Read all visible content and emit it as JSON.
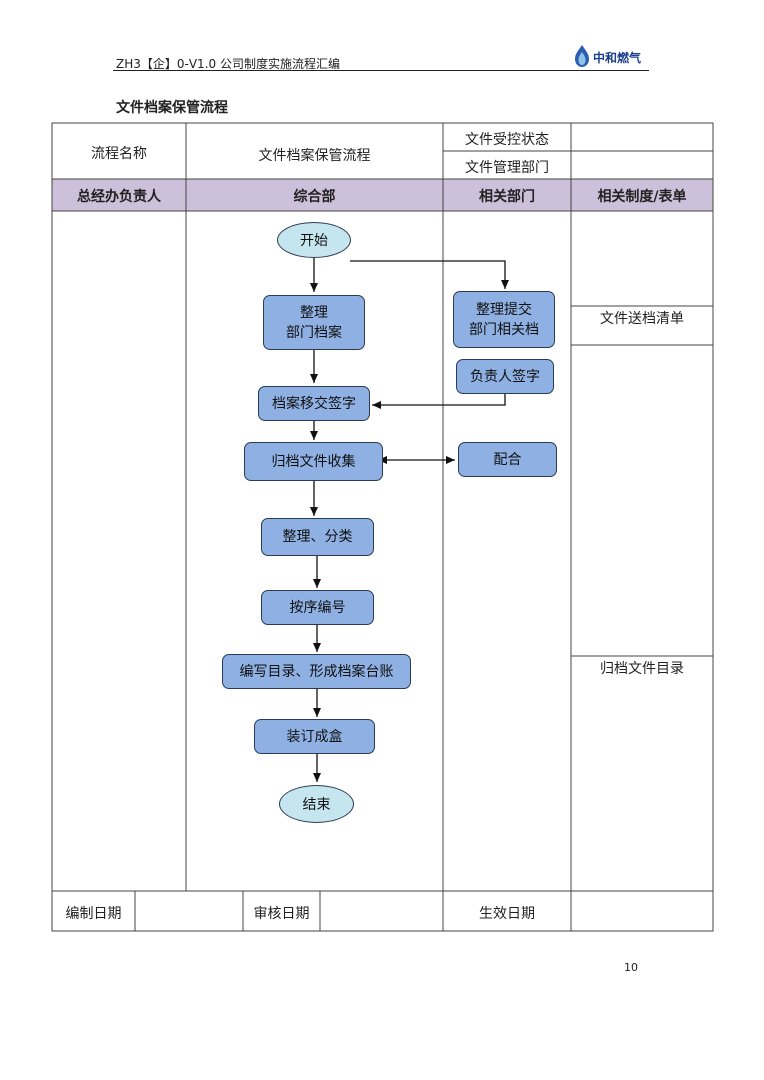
{
  "header": {
    "doc_code": "ZH3【企】0-V1.0 公司制度实施流程汇编",
    "logo_text": "中和燃气"
  },
  "title": "文件档案保管流程",
  "info_table": {
    "process_name_label": "流程名称",
    "process_name_value": "文件档案保管流程",
    "control_status_label": "文件受控状态",
    "control_status_value": "",
    "management_dept_label": "文件管理部门",
    "management_dept_value": ""
  },
  "lanes": [
    "总经办负责人",
    "综合部",
    "相关部门",
    "相关制度/表单"
  ],
  "nodes": {
    "start": "开始",
    "organize_dept_archives": [
      "整理",
      "部门档案"
    ],
    "submit_related_archives": [
      "整理提交",
      "部门相关档"
    ],
    "head_sign": "负责人签字",
    "transfer_sign": "档案移交签字",
    "collect_files": "归档文件收集",
    "cooperate": "配合",
    "sort_classify": "整理、分类",
    "number_in_order": "按序编号",
    "compile_catalog": "编写目录、形成档案台账",
    "bind_box": "装订成盒",
    "end": "结束"
  },
  "forms": {
    "delivery_list": "文件送档清单",
    "archive_catalog": "归档文件目录"
  },
  "footer": {
    "compile_date_label": "编制日期",
    "compile_date_value": "",
    "review_date_label": "审核日期",
    "review_date_value": "",
    "effective_date_label": "生效日期",
    "effective_date_value": ""
  },
  "page_number": "10",
  "colors": {
    "lane_header_bg": "#cdc0da",
    "process_box": "#8eb0e3",
    "terminal_box": "#c5e6ee",
    "logo_blue": "#1a3e8c"
  }
}
